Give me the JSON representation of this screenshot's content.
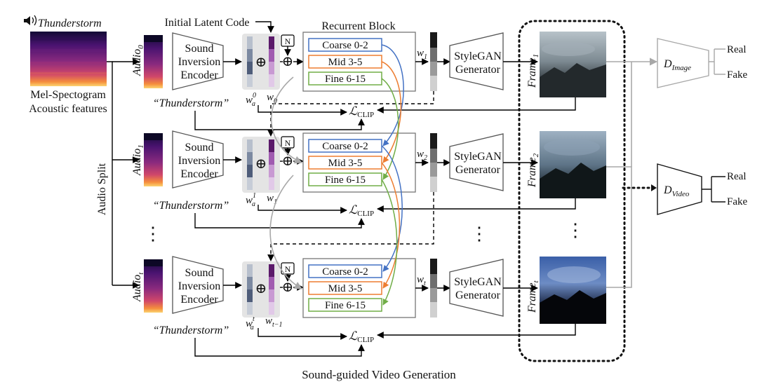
{
  "audio_title": "Thunderstorm",
  "spectrogram_caption": [
    "Mel-Spectogram",
    "Acoustic features"
  ],
  "audio_split_label": "Audio Split",
  "initial_latent_label": "Initial Latent Code",
  "recurrent_block_label": "Recurrent Block",
  "encoder_label": [
    "Sound",
    "Inversion",
    "Encoder"
  ],
  "generator_label": [
    "StyleGAN",
    "Generator"
  ],
  "normal_label": "N",
  "plus_symbol": "⊕",
  "prompt_text": "“Thunderstorm”",
  "loss_label": "ℒ",
  "loss_sub": "CLIP",
  "layers": [
    "Coarse 0-2",
    "Mid 3-5",
    "Fine 6-15"
  ],
  "layer_colors": [
    "#4472c4",
    "#ed7d31",
    "#70ad47"
  ],
  "rows": [
    {
      "audio": "Audio",
      "audio_sub": "0",
      "wa_sup": "0",
      "wprev_sub": "0",
      "wout_sub": "1",
      "frame_sub": "1"
    },
    {
      "audio": "Audio",
      "audio_sub": "1",
      "wa_sup": "1",
      "wprev_sub": "1",
      "wout_sub": "2",
      "frame_sub": "2"
    },
    {
      "audio": "Audio",
      "audio_sub": "t",
      "wa_sup": "t",
      "wprev_sub": "t−1",
      "wout_sub": "t",
      "frame_sub": "t"
    }
  ],
  "w_symbol": "w",
  "wa_sub": "a",
  "frame_label": "Frame",
  "ellipsis": "⋮",
  "d_image": {
    "main": "D",
    "sub": "Image"
  },
  "d_video": {
    "main": "D",
    "sub": "Video"
  },
  "real_label": "Real",
  "fake_label": "Fake",
  "footer": "Sound-guided Video Generation",
  "colors": {
    "stroke": "#555555",
    "gray_arrow": "#a8a8a8"
  }
}
